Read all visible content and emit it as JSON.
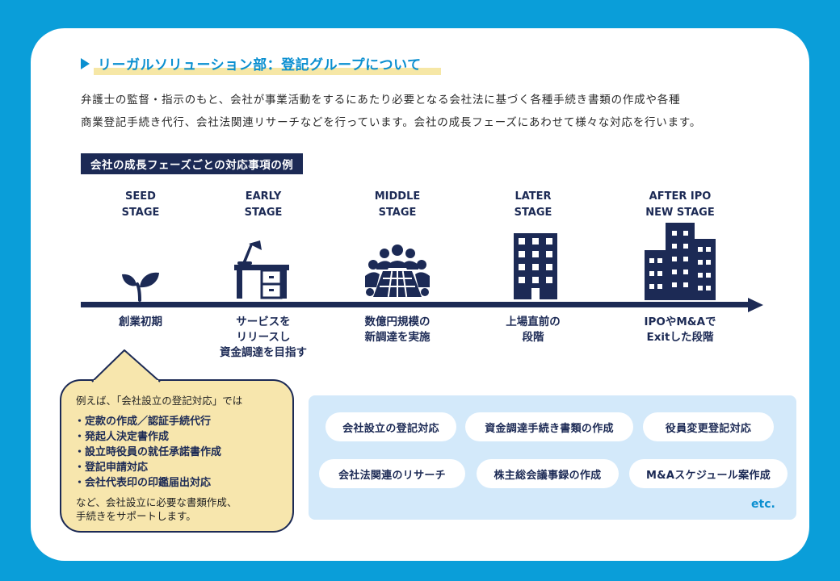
{
  "title": "リーガルソリューション部：登記グループについて",
  "intro": [
    "弁護士の監督・指示のもと、会社が事業活動をするにあたり必要となる会社法に基づく各種手続き書類の作成や各種",
    "商業登記手続き代行、会社法関連リサーチなどを行っています。会社の成長フェーズにあわせて様々な対応を行います。"
  ],
  "section_label": "会社の成長フェーズごとの対応事項の例",
  "stages": [
    {
      "name": "SEED\nSTAGE",
      "icon": "sprout-icon",
      "desc": "創業初期"
    },
    {
      "name": "EARLY\nSTAGE",
      "icon": "desk-lamp-icon",
      "desc": "サービスを\nリリースし\n資金調達を目指す"
    },
    {
      "name": "MIDDLE\nSTAGE",
      "icon": "meeting-table-icon",
      "desc": "数億円規模の\n新調達を実施"
    },
    {
      "name": "LATER\nSTAGE",
      "icon": "office-building-icon",
      "desc": "上場直前の\n段階"
    },
    {
      "name": "AFTER IPO\nNEW STAGE",
      "icon": "city-buildings-icon",
      "desc": "IPOやM&Aで\nExitした段階"
    }
  ],
  "bubble": {
    "lead": "例えば、「会社設立の登記対応」では",
    "items": [
      "・定款の作成／認証手続代行",
      "・発起人決定書作成",
      "・設立時役員の就任承諾書作成",
      "・登記申請対応",
      "・会社代表印の印鑑届出対応"
    ],
    "foot": "など、会社設立に必要な書類作成、\n手続きをサポートします。"
  },
  "services": [
    "会社設立の登記対応",
    "資金調達手続き書類の作成",
    "役員変更登記対応",
    "会社法関連のリサーチ",
    "株主総会議事録の作成",
    "M&Aスケジュール案作成"
  ],
  "etc": "etc.",
  "colors": {
    "background": "#0a9ed9",
    "navy": "#1c2a55",
    "accent_blue": "#0a8fd0",
    "highlight_yellow": "#f6e7a6",
    "bubble_yellow": "#f7e6ad",
    "panel_blue": "#d3e9fa"
  }
}
